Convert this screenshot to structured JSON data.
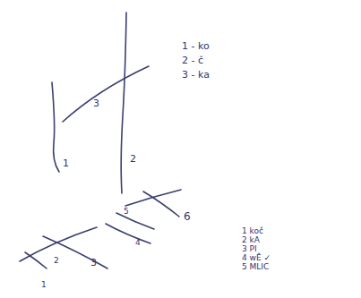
{
  "diagram": {
    "labels": [
      "1",
      "2",
      "3",
      "1 - ko",
      "2 - č",
      "3 - ka",
      "1",
      "2",
      "3",
      "4",
      "5",
      "6",
      "1 koč",
      "2 kA",
      "3 PI",
      "4 wĚ ✓",
      "5 MLIC"
    ]
  }
}
